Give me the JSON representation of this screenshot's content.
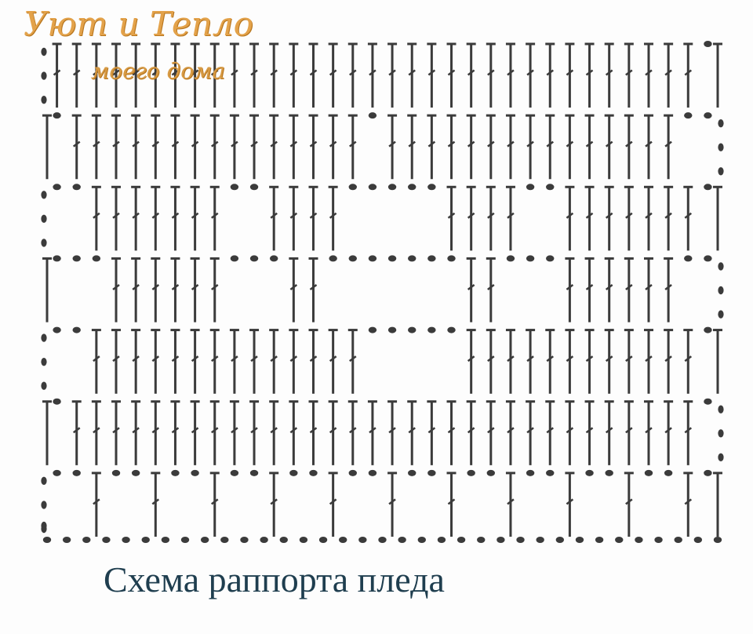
{
  "watermark": {
    "line1": "Уют и Тепло",
    "line2": "моего дома",
    "color": "#e3a24a"
  },
  "caption": "Схема раппорта пледа",
  "colors": {
    "ink": "#3b3b3b",
    "caption": "#1f3e4f"
  },
  "diagram": {
    "columns": 34,
    "rows": [
      {
        "pattern": "FFFFFFFFFFFFFFFFFFFFFFFFFFFFFFFFF.",
        "side": "L"
      },
      {
        "pattern": ".FFFFFFFFFFFFFFF.FFFFFFFFFFFFFFF..",
        "side": "R"
      },
      {
        "pattern": "..FFFFFFF..FFFF.....FFFF..FFFFFFF.",
        "side": "L"
      },
      {
        "pattern": "...FFFFFF...FF.......FF...FFFFFF..",
        "side": "R"
      },
      {
        "pattern": "..FFFFFFFFFFFFFF.....FFFFFFFFFFFF.",
        "side": "L"
      },
      {
        "pattern": ".FFFFFFFFFFFFFFFFFFFFFFFFFFFFFFFF.",
        "side": "R"
      },
      {
        "pattern": "..F..F..F..F..F..F..F..F..F..F..F.",
        "side": "L"
      }
    ],
    "foundation": "chain"
  }
}
